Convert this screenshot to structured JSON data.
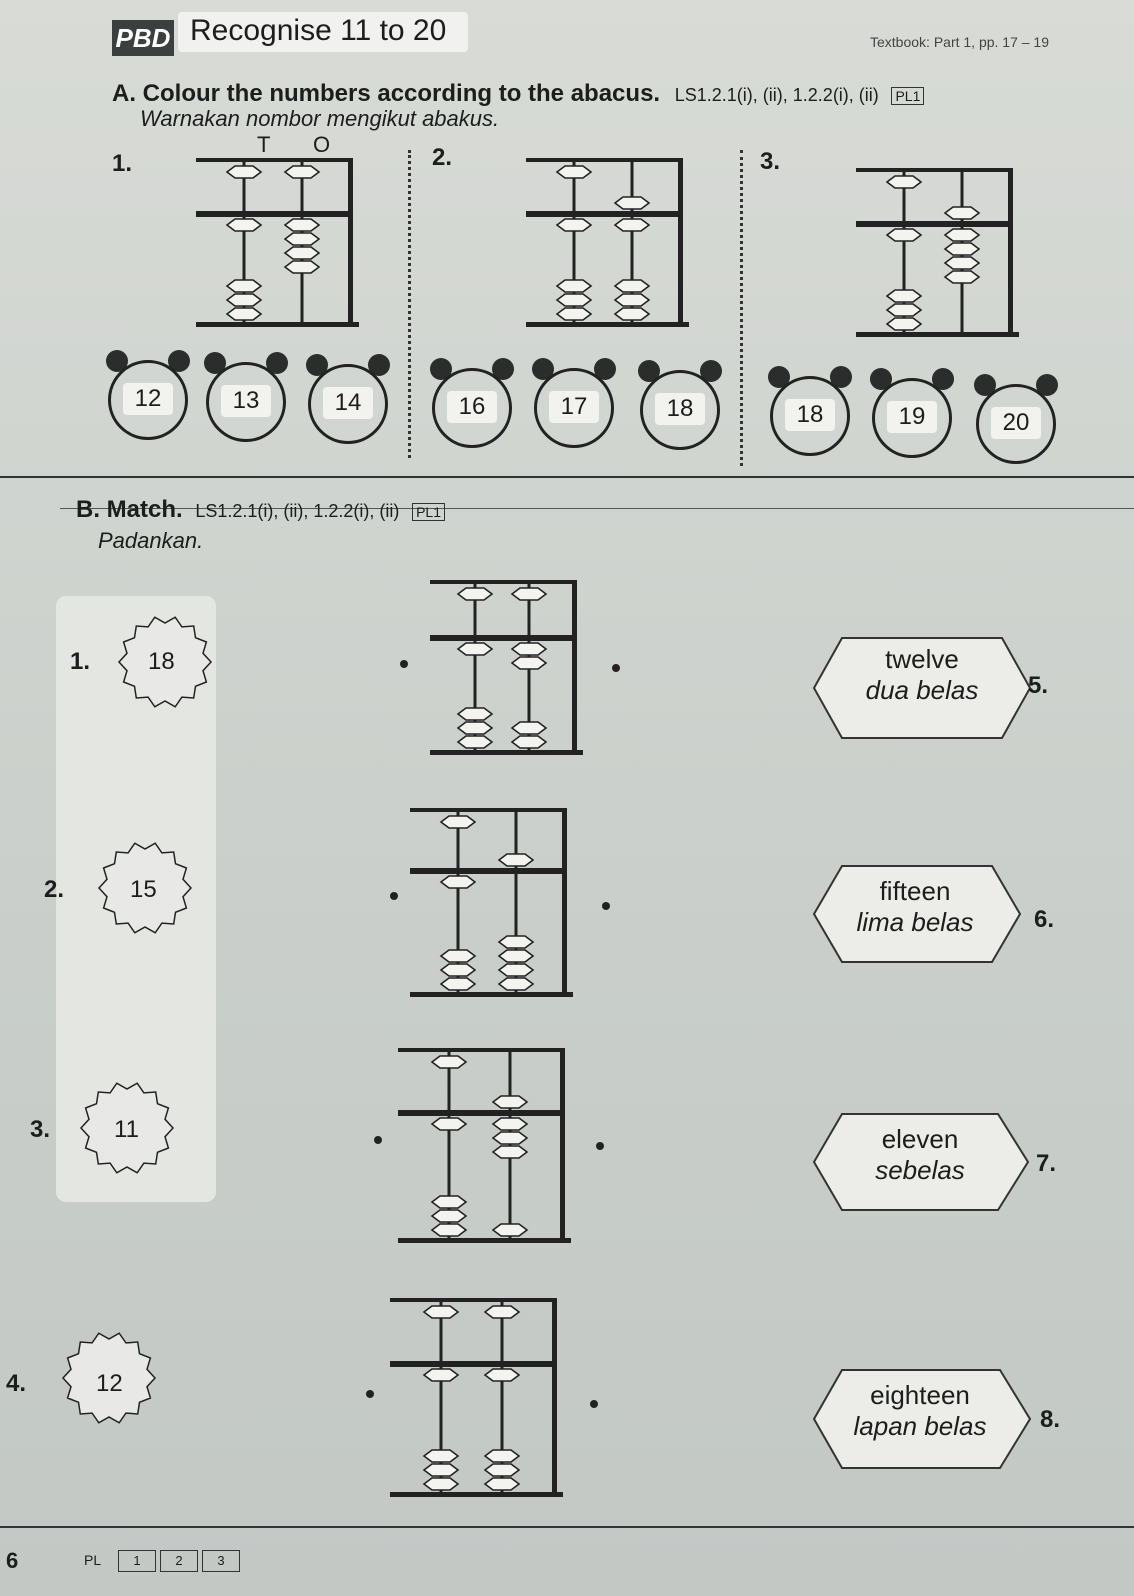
{
  "header": {
    "badge": "PBD",
    "title": "Recognise 11 to 20",
    "textbook_ref": "Textbook: Part 1, pp. 17 – 19"
  },
  "section_a": {
    "label": "A.",
    "instruction": "Colour the numbers according to the abacus.",
    "codes": "LS1.2.1(i), (ii), 1.2.2(i), (ii)",
    "pl": "PL1",
    "instruction_ms": "Warnakan nombor mengikut abakus.",
    "col_t": "T",
    "col_o": "O",
    "questions": [
      {
        "num": "1.",
        "tens": 1,
        "ones": 4,
        "options": [
          "12",
          "13",
          "14"
        ]
      },
      {
        "num": "2.",
        "tens": 1,
        "ones": 6,
        "options": [
          "16",
          "17",
          "18"
        ]
      },
      {
        "num": "3.",
        "tens": 1,
        "ones": 9,
        "options": [
          "18",
          "19",
          "20"
        ]
      }
    ]
  },
  "section_b": {
    "label": "B.",
    "instruction": "Match.",
    "codes": "LS1.2.1(i), (ii), 1.2.2(i), (ii)",
    "pl": "PL1",
    "instruction_ms": "Padankan.",
    "left_items": [
      {
        "num": "1.",
        "value": "18"
      },
      {
        "num": "2.",
        "value": "15"
      },
      {
        "num": "3.",
        "value": "11"
      },
      {
        "num": "4.",
        "value": "12"
      }
    ],
    "abacuses": [
      {
        "tens": 1,
        "ones": 2
      },
      {
        "tens": 1,
        "ones": 5
      },
      {
        "tens": 1,
        "ones": 8
      },
      {
        "tens": 1,
        "ones": 1
      }
    ],
    "right_items": [
      {
        "num": "5.",
        "english": "twelve",
        "malay": "dua belas"
      },
      {
        "num": "6.",
        "english": "fifteen",
        "malay": "lima belas"
      },
      {
        "num": "7.",
        "english": "eleven",
        "malay": "sebelas"
      },
      {
        "num": "8.",
        "english": "eighteen",
        "malay": "lapan belas"
      }
    ]
  },
  "footer": {
    "page_number": "6",
    "pl_label": "PL",
    "levels": [
      "1",
      "2",
      "3"
    ]
  }
}
